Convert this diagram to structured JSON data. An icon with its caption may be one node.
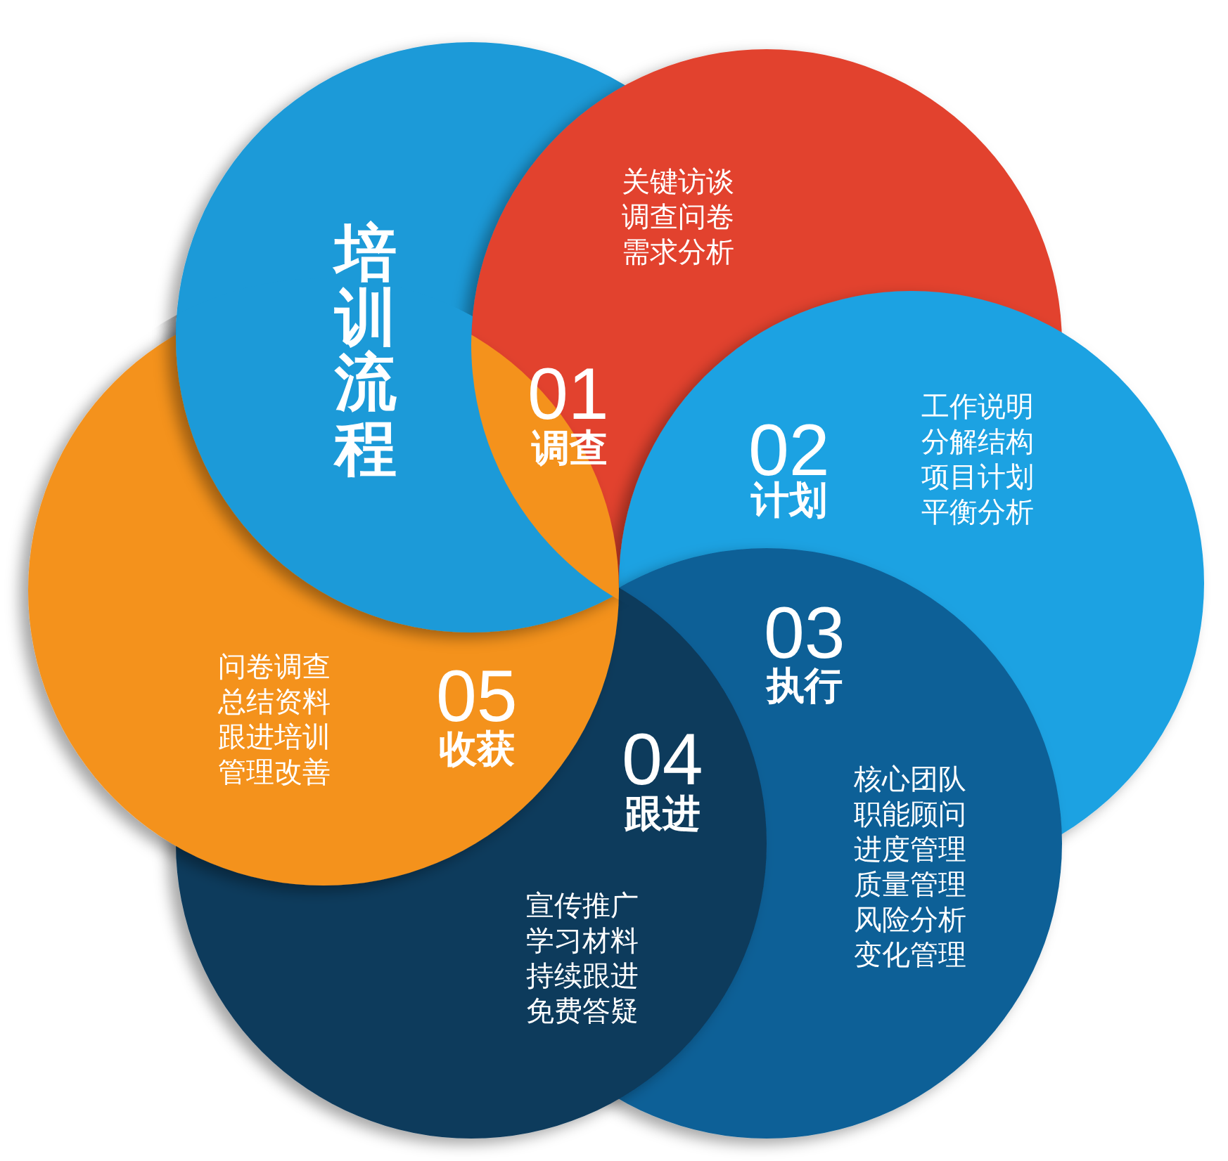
{
  "diagram": {
    "nodes": [
      {
        "text": [
          "培训流程"
        ]
      },
      {
        "text": [
          "01",
          "调查",
          "关键访谈",
          "调查问卷",
          "需求分析"
        ]
      },
      {
        "text": [
          "02",
          "计划",
          "工作说明",
          "分解结构",
          "项目计划",
          "平衡分析"
        ]
      },
      {
        "text": [
          "03",
          "执行",
          "核心团队",
          "职能顾问",
          "进度管理",
          "质量管理",
          "风险分析",
          "变化管理"
        ]
      },
      {
        "text": [
          "04",
          "跟进",
          "宣传推广",
          "学习材料",
          "持续跟进",
          "免费答疑"
        ]
      },
      {
        "text": [
          "05",
          "收获",
          "问卷调查",
          "总结资料",
          "跟进培训",
          "管理改善"
        ]
      }
    ]
  }
}
